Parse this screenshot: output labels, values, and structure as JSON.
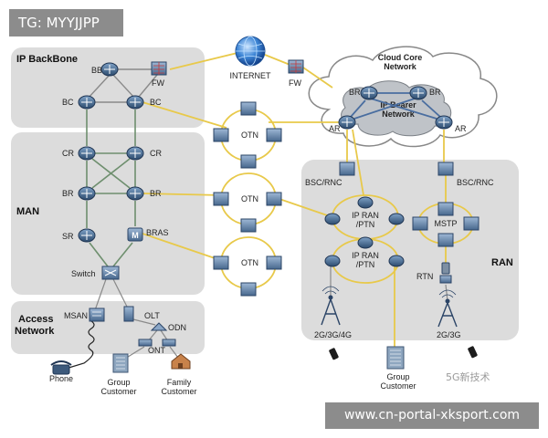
{
  "badge": "TG: MYYJJPP",
  "url": "www.cn-portal-xksport.com",
  "watermark": "5G新技术",
  "zones": {
    "ip_backbone": "IP BackBone",
    "man": "MAN",
    "access_network_1": "Access",
    "access_network_2": "Network",
    "ran": "RAN",
    "cloud_core_1": "Cloud Core",
    "cloud_core_2": "Network",
    "ip_bearer_1": "IP Bearer",
    "ip_bearer_2": "Network"
  },
  "nodes": {
    "bb": "BB",
    "fw1": "FW",
    "bc1": "BC",
    "bc2": "BC",
    "internet": "INTERNET",
    "fw2": "FW",
    "br_cloud1": "BR",
    "br_cloud2": "BR",
    "ar1": "AR",
    "ar2": "AR",
    "cr1": "CR",
    "cr2": "CR",
    "br_man1": "BR",
    "br_man2": "BR",
    "sr": "SR",
    "bras": "BRAS",
    "switch": "Switch",
    "otn1": "OTN",
    "otn2": "OTN",
    "otn3": "OTN",
    "bsc1": "BSC/RNC",
    "bsc2": "BSC/RNC",
    "ipran1_1": "IP RAN",
    "ipran1_2": "/PTN",
    "ipran2_1": "IP RAN",
    "ipran2_2": "/PTN",
    "mstp": "MSTP",
    "rtn": "RTN",
    "tower1": "2G/3G/4G",
    "tower2": "2G/3G",
    "msan": "MSAN",
    "olt": "OLT",
    "odn": "ODN",
    "ont": "ONT",
    "phone": "Phone",
    "group1_1": "Group",
    "group1_2": "Customer",
    "family_1": "Family",
    "family_2": "Customer",
    "group2_1": "Group",
    "group2_2": "Customer"
  },
  "colors": {
    "zone_fill": "#dcdcdc",
    "router_dark": "#2e4f73",
    "router_light": "#6b8fb5",
    "link_yellow": "#e8c94a",
    "link_gray": "#8a8a8a",
    "link_blue": "#4a6ea0",
    "badge_bg": "#8c8c8c"
  }
}
